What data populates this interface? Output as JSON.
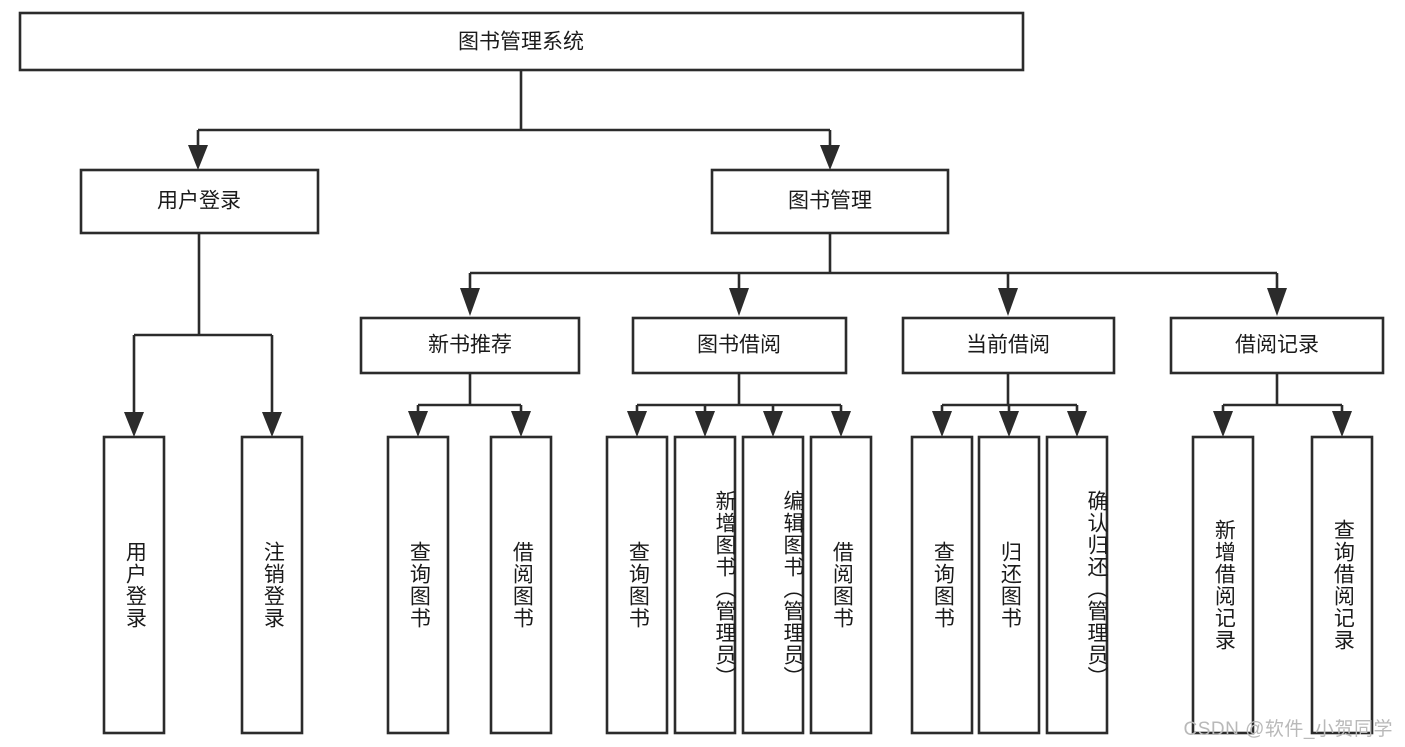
{
  "diagram": {
    "type": "tree-hierarchy",
    "title": "图书管理系统",
    "root": {
      "id": "root",
      "label": "图书管理系统",
      "orientation": "horizontal"
    },
    "level2": [
      {
        "id": "user-login",
        "label": "用户登录",
        "orientation": "horizontal"
      },
      {
        "id": "book-manage",
        "label": "图书管理",
        "orientation": "horizontal"
      }
    ],
    "level3": [
      {
        "id": "new-book-rec",
        "label": "新书推荐",
        "orientation": "horizontal",
        "parent": "book-manage"
      },
      {
        "id": "book-borrow",
        "label": "图书借阅",
        "orientation": "horizontal",
        "parent": "book-manage"
      },
      {
        "id": "current-borrow",
        "label": "当前借阅",
        "orientation": "horizontal",
        "parent": "book-manage"
      },
      {
        "id": "borrow-record",
        "label": "借阅记录",
        "orientation": "horizontal",
        "parent": "book-manage"
      }
    ],
    "leaves": [
      {
        "id": "leaf-user-login",
        "label": "用户登录",
        "parent": "user-login",
        "orientation": "vertical"
      },
      {
        "id": "leaf-logout",
        "label": "注销登录",
        "parent": "user-login",
        "orientation": "vertical"
      },
      {
        "id": "leaf-query-book-1",
        "label": "查询图书",
        "parent": "new-book-rec",
        "orientation": "vertical"
      },
      {
        "id": "leaf-borrow-book-1",
        "label": "借阅图书",
        "parent": "new-book-rec",
        "orientation": "vertical"
      },
      {
        "id": "leaf-query-book-2",
        "label": "查询图书",
        "parent": "book-borrow",
        "orientation": "vertical"
      },
      {
        "id": "leaf-add-book",
        "label": "新增图书（管理员）",
        "parent": "book-borrow",
        "orientation": "vertical"
      },
      {
        "id": "leaf-edit-book",
        "label": "编辑图书（管理员）",
        "parent": "book-borrow",
        "orientation": "vertical"
      },
      {
        "id": "leaf-borrow-book-2",
        "label": "借阅图书",
        "parent": "book-borrow",
        "orientation": "vertical"
      },
      {
        "id": "leaf-query-book-3",
        "label": "查询图书",
        "parent": "current-borrow",
        "orientation": "vertical"
      },
      {
        "id": "leaf-return-book",
        "label": "归还图书",
        "parent": "current-borrow",
        "orientation": "vertical"
      },
      {
        "id": "leaf-confirm-return",
        "label": "确认归还（管理员）",
        "parent": "current-borrow",
        "orientation": "vertical"
      },
      {
        "id": "leaf-add-record",
        "label": "新增借阅记录",
        "parent": "borrow-record",
        "orientation": "vertical"
      },
      {
        "id": "leaf-query-record",
        "label": "查询借阅记录",
        "parent": "borrow-record",
        "orientation": "vertical"
      }
    ],
    "colors": {
      "stroke": "#2b2b2b",
      "fill": "#ffffff",
      "text": "#1b1b1b",
      "watermark": "#b9b9b9",
      "background": "#ffffff"
    }
  },
  "watermark": {
    "text": "CSDN @软件_小贺同学"
  }
}
